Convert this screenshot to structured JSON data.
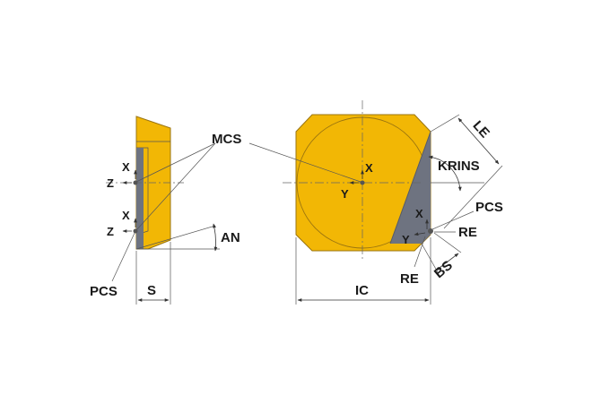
{
  "colors": {
    "insert_fill": "#f2b705",
    "insert_edge": "#9a7410",
    "flank": "#6e7380",
    "flank_dark": "#565b66",
    "line": "#333333"
  },
  "labels": {
    "mcs": "MCS",
    "pcs_left": "PCS",
    "pcs_right": "PCS",
    "an": "AN",
    "s": "S",
    "ic": "IC",
    "le": "LE",
    "krins": "KRINS",
    "re_right": "RE",
    "re_bottom": "RE",
    "bs": "BS"
  },
  "axes": {
    "x": "X",
    "y": "Y",
    "z": "Z"
  }
}
